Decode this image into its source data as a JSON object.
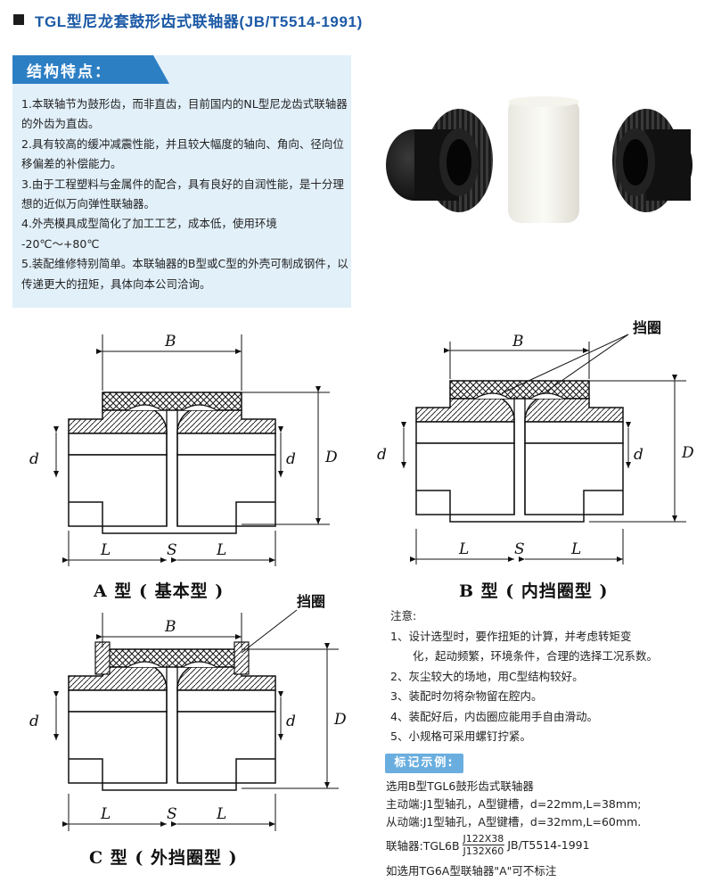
{
  "header": {
    "title": "TGL型尼龙套鼓形齿式联轴器(JB/T5514-1991)"
  },
  "features": {
    "heading": "结构特点：",
    "items": [
      "1.本联轴节为鼓形齿，而非直齿，目前国内的NL型尼龙齿式联轴器的外齿为直齿。",
      "2.具有较高的缓冲减震性能，并且较大幅度的轴向、角向、径向位移偏差的补偿能力。",
      "3.由于工程塑料与金属件的配合，具有良好的自润性能，是十分理想的近似万向弹性联轴器。",
      "4.外壳模具成型简化了加工工艺，成本低，使用环境",
      "-20℃～+80℃",
      "5.装配维修特别简单。本联轴器的B型或C型的外壳可制成钢件，以传递更大的扭矩，具体向本公司洽询。"
    ]
  },
  "diagrams": {
    "labels": {
      "B": "B",
      "d": "d",
      "D": "D",
      "L": "L",
      "S": "S"
    },
    "callout": "挡圈",
    "a_caption": "A 型 ( 基本型 )",
    "b_caption": "B 型 ( 内挡圈型 )",
    "c_caption": "C 型 ( 外挡圈型 )"
  },
  "notes": {
    "title": "注意:",
    "items": [
      "1、设计选型时，要作扭矩的计算，并考虑转矩变",
      "化，起动频繁，环境条件，合理的选择工况系数。",
      "2、灰尘较大的场地，用C型结构较好。",
      "3、装配时勿将杂物留在腔内。",
      "4、装配好后，内齿圈应能用手自由滑动。",
      "5、小规格可采用螺钉拧紧。"
    ]
  },
  "example": {
    "badge": "标记示例:",
    "lines": [
      "选用B型TGL6鼓形齿式联轴器",
      "主动端:J1型轴孔，A型键槽，d=22mm,L=38mm;",
      "从动端:J1型轴孔，A型键槽，d=32mm,L=60mm."
    ],
    "formula_prefix": "联轴器:TGL6B",
    "formula_num": "J122X38",
    "formula_den": "J132X60",
    "formula_suffix": "JB/T5514-1991",
    "last_note": "如选用TG6A型联轴器\"A\"可不标注"
  },
  "colors": {
    "title": "#1c5aa6",
    "panel": "#e2f0fa",
    "tab": "#2d7fc4",
    "badge": "#6aaedf"
  }
}
